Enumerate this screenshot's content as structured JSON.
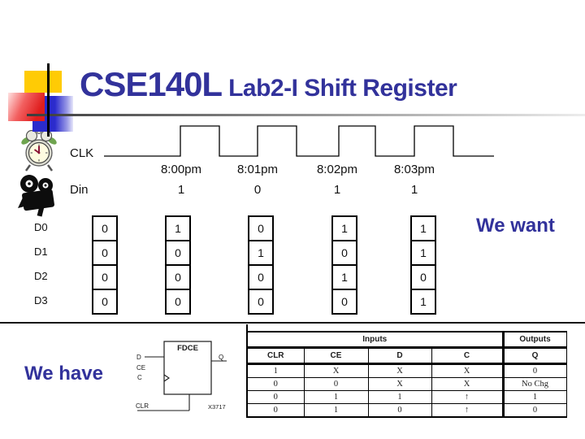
{
  "slide": {
    "title_main": "CSE140L",
    "title_sub": "Lab2-I Shift Register"
  },
  "waveform": {
    "clk_label": "CLK",
    "din_label": "Din",
    "time_labels": [
      "8:00pm",
      "8:01pm",
      "8:02pm",
      "8:03pm"
    ],
    "din_values": [
      "1",
      "0",
      "1",
      "1"
    ]
  },
  "register_grid": {
    "row_labels": [
      "D0",
      "D1",
      "D2",
      "D3"
    ],
    "columns": [
      [
        "0",
        "0",
        "0",
        "0"
      ],
      [
        "1",
        "0",
        "0",
        "0"
      ],
      [
        "0",
        "1",
        "0",
        "0"
      ],
      [
        "1",
        "0",
        "1",
        "0"
      ],
      [
        "1",
        "1",
        "0",
        "1"
      ]
    ]
  },
  "annotations": {
    "we_want": "We want",
    "we_have": "We have"
  },
  "schematic": {
    "chip_name": "FDCE",
    "pin_d": "D",
    "pin_ce": "CE",
    "pin_c": "C",
    "pin_clr": "CLR",
    "pin_q": "Q",
    "part_ref": "X3717"
  },
  "truth_table": {
    "inputs_header": "Inputs",
    "outputs_header": "Outputs",
    "columns": [
      "CLR",
      "CE",
      "D",
      "C",
      "Q"
    ],
    "rows": [
      [
        "1",
        "X",
        "X",
        "X",
        "0"
      ],
      [
        "0",
        "0",
        "X",
        "X",
        "No Chg"
      ],
      [
        "0",
        "1",
        "1",
        "↑",
        "1"
      ],
      [
        "0",
        "1",
        "0",
        "↑",
        "0"
      ]
    ]
  },
  "icons": {
    "alarm_clock": "alarm-clock-icon",
    "movie_camera": "movie-camera-icon"
  },
  "colors": {
    "title_text": "#32329b",
    "accent_yellow": "#ffcb05",
    "accent_blue": "#2b2bcd",
    "accent_red": "#df1d1d",
    "line_color": "#000000"
  }
}
